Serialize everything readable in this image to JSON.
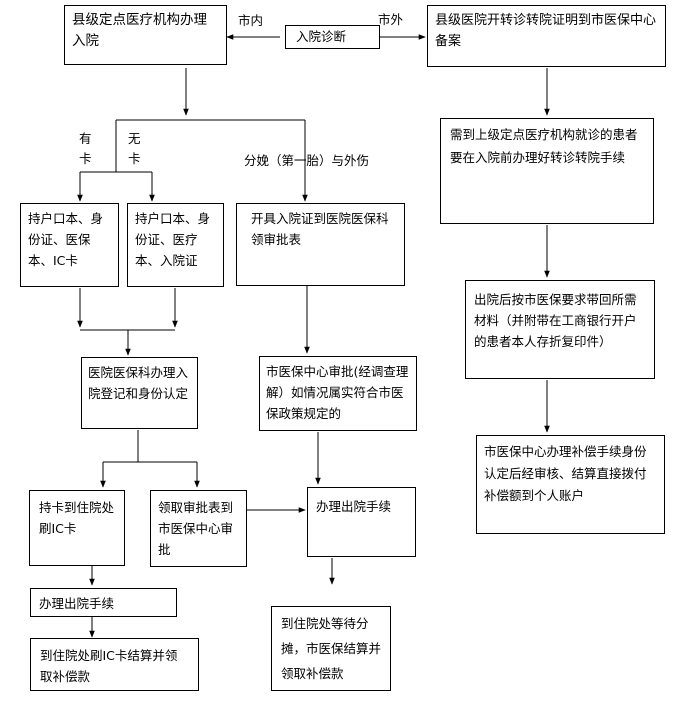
{
  "colors": {
    "line": "#000000",
    "background": "#ffffff",
    "box_border": "#000000"
  },
  "nodes": {
    "county_hospital_admission": "县级定点医疗机构办理入院",
    "admission_diagnosis": "入院诊断",
    "county_referral_certificate": "县级医院开转诊转院证明到市医保中心备案",
    "referral_before_admission": "需到上级定点医疗机构就诊的患者要在入院前办理好转诊转院手续",
    "with_card_documents": "持户口本、身份证、医保本、IC卡",
    "without_card_documents": "持户口本、身份证、医疗本、入院证",
    "issue_admission_certificate": "开具入院证到医院医保科领审批表",
    "post_discharge_materials": "出院后按市医保要求带回所需材料（并附带在工商银行开户的患者本人存折复印件）",
    "hospital_insurance_registration": "医院医保科办理入院登记和身份认定",
    "city_center_review": "市医保中心审批(经调查理解）如情况属实符合市医保政策规定的",
    "city_center_compensation": "市医保中心办理补偿手续身份认定后经审核、结算直接拨付补偿额到个人账户",
    "swipe_ic_card": "持卡到住院处刷IC卡",
    "take_approval_form": "领取审批表到市医保中心审批",
    "discharge_procedure_middle": "办理出院手续",
    "discharge_procedure_left": "办理出院手续",
    "wait_for_settlement": "到住院处等待分摊，市医保结算并领取补偿款",
    "settle_with_ic_card": "到住院处刷IC卡结算并领取补偿款"
  },
  "edge_labels": {
    "in_city": "市内",
    "out_of_city": "市外",
    "has_card_line1": "有",
    "has_card_line2": "卡",
    "no_card_line1": "无",
    "no_card_line2": "卡",
    "childbirth_injury": "分娩（第一胎）与外伤"
  }
}
